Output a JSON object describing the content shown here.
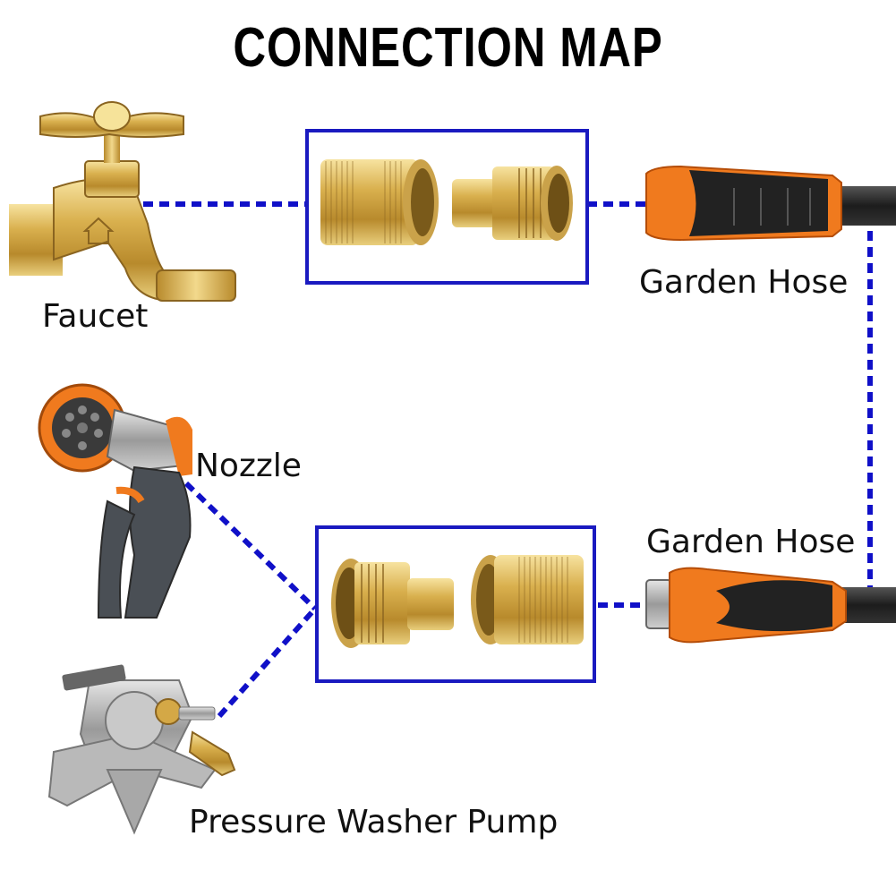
{
  "title": "CONNECTION MAP",
  "labels": {
    "faucet": "Faucet",
    "garden_hose_top": "Garden Hose",
    "nozzle": "Nozzle",
    "garden_hose_bottom": "Garden Hose",
    "pressure_washer_pump": "Pressure Washer Pump"
  },
  "colors": {
    "connector_line": "#1010c8",
    "frame": "#1a1ac0",
    "brass": "#d9b45a",
    "hose_orange": "#f07a1e",
    "hose_black": "#222222"
  }
}
